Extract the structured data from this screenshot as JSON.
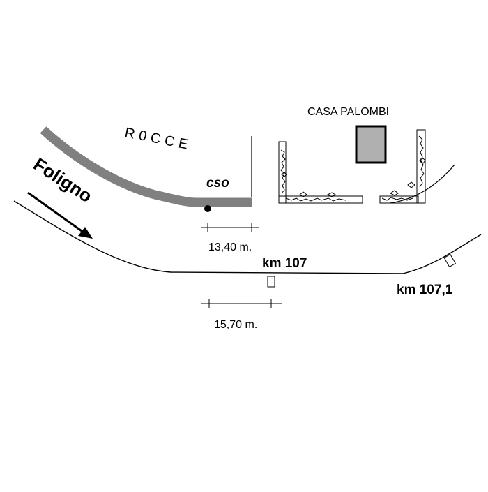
{
  "labels": {
    "direction": "Foligno",
    "rocks": "R0CCE",
    "cso": "cso",
    "house": "CASA PALOMBI",
    "dist_upper": "13,40 m.",
    "dist_lower": "15,70 m.",
    "km_main": "km 107",
    "km_next": "km 107,1"
  },
  "colors": {
    "stroke": "#000000",
    "gray_band": "#808080",
    "house_fill": "#b0b0b0"
  }
}
